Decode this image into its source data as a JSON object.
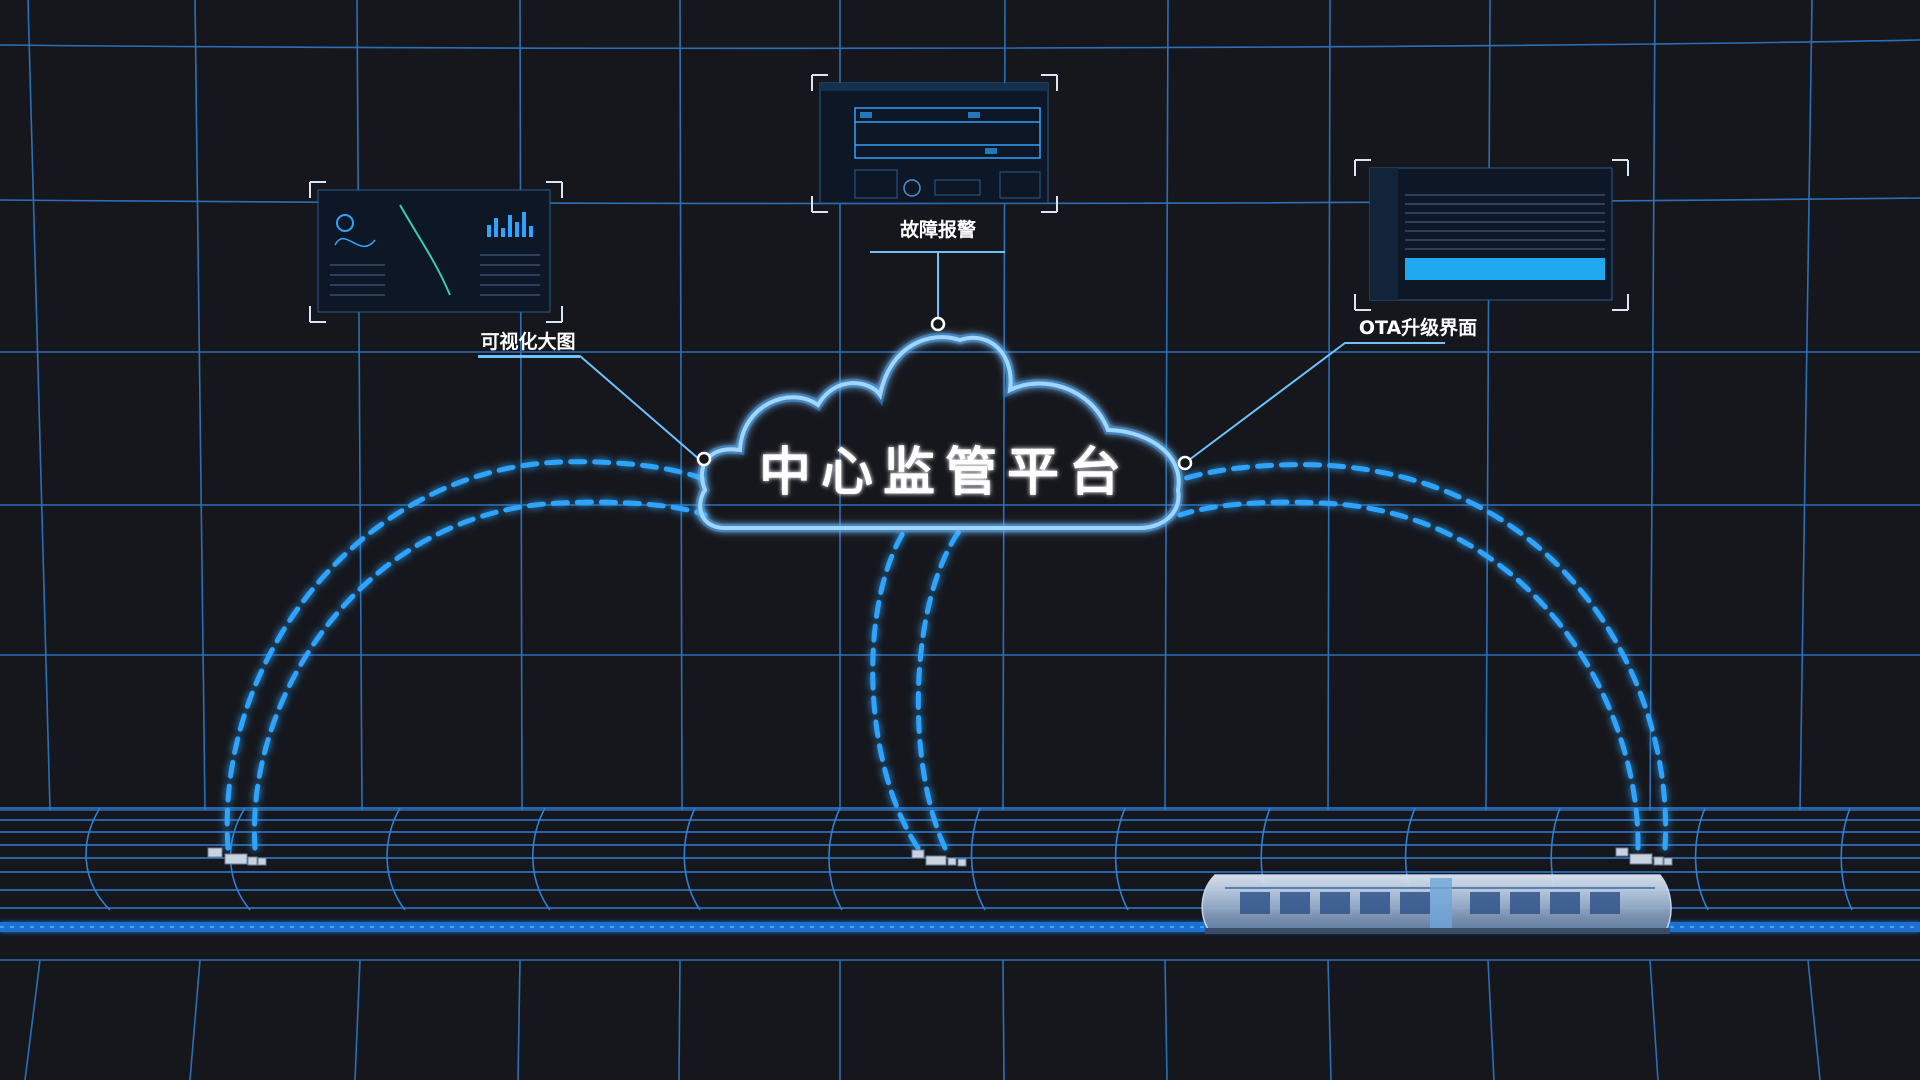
{
  "cloud": {
    "title": "中心监管平台"
  },
  "panels": {
    "visual": {
      "label": "可视化大图"
    },
    "fault": {
      "label": "故障报警"
    },
    "ota": {
      "label": "OTA升级界面"
    }
  },
  "colors": {
    "background": "#16171c",
    "grid": "#2f7fd4",
    "glow": "#2fa4ff",
    "text": "#ffffff"
  }
}
